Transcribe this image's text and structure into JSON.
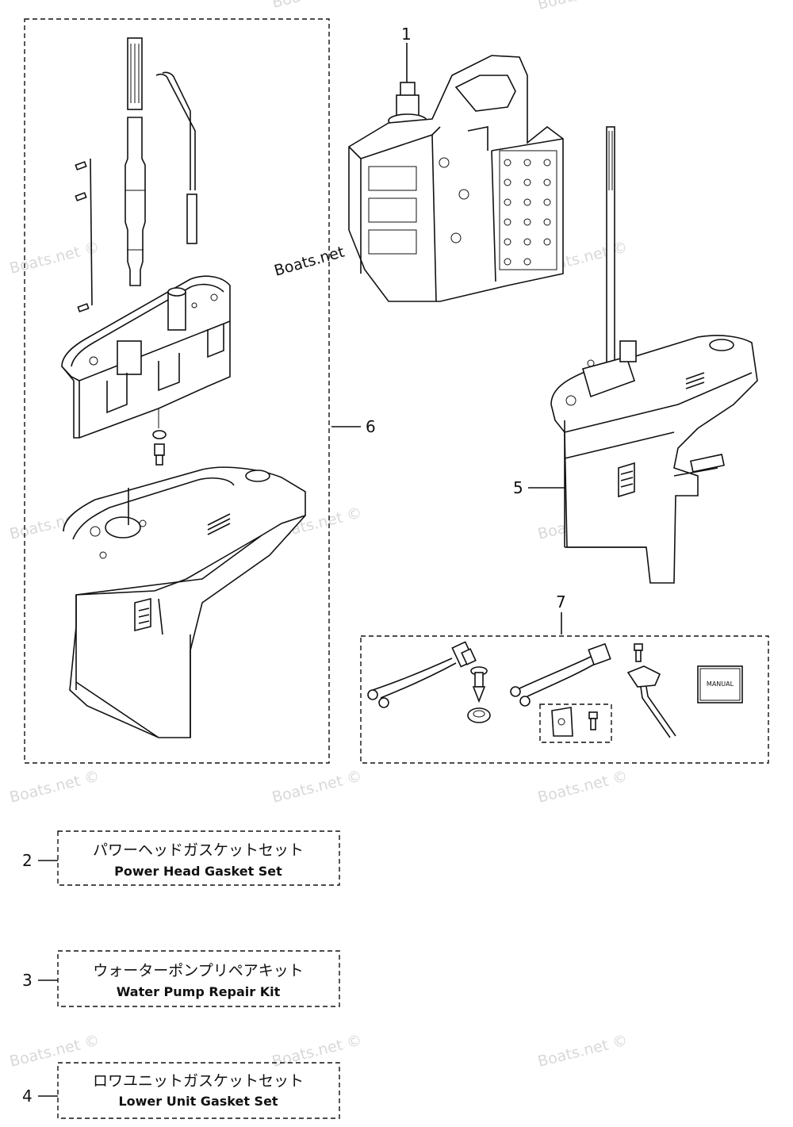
{
  "callouts": {
    "c1": "1",
    "c2": "2",
    "c3": "3",
    "c4": "4",
    "c5": "5",
    "c6": "6",
    "c7": "7"
  },
  "watermark": "Boats.net ©",
  "watermark_main": "Boats.net",
  "kit7": {
    "manual_label": "MANUAL"
  },
  "boxes": {
    "power_head": {
      "jp": "パワーヘッドガスケットセット",
      "en": "Power Head Gasket Set"
    },
    "water_pump": {
      "jp": "ウォーターポンプリペアキット",
      "en": "Water Pump Repair Kit"
    },
    "lower_unit": {
      "jp": "ロワユニットガスケットセット",
      "en": "Lower Unit Gasket Set"
    }
  }
}
